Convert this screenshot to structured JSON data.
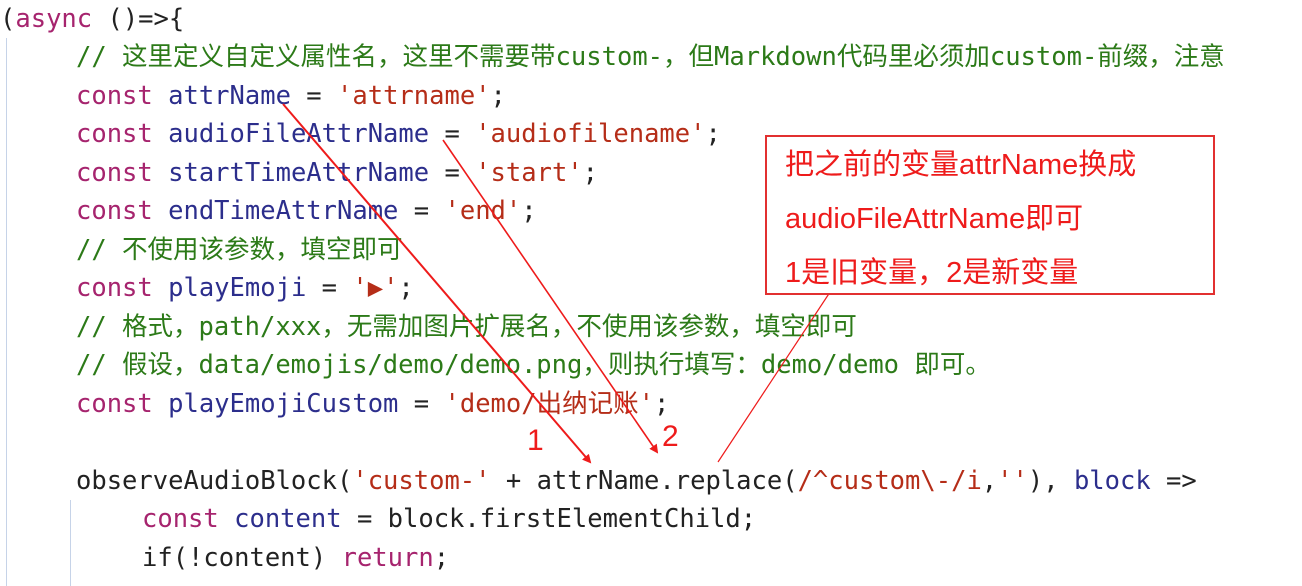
{
  "code": {
    "line1": {
      "open": "(",
      "async": "async",
      "arrow": " ()=>{"
    },
    "line2": {
      "comment": "// 这里定义自定义属性名，这里不需要带custom-，但Markdown代码里必须加custom-前缀，注意"
    },
    "line3": {
      "const": "const",
      "name": "attrName",
      "eq": " = ",
      "value": "'attrname'",
      "end": ";"
    },
    "line4": {
      "const": "const",
      "name": "audioFileAttrName",
      "eq": " = ",
      "value": "'audiofilename'",
      "end": ";"
    },
    "line5": {
      "const": "const",
      "name": "startTimeAttrName",
      "eq": " = ",
      "value": "'start'",
      "end": ";"
    },
    "line6": {
      "const": "const",
      "name": "endTimeAttrName",
      "eq": " = ",
      "value": "'end'",
      "end": ";"
    },
    "line7": {
      "comment": "// 不使用该参数，填空即可"
    },
    "line8": {
      "const": "const",
      "name": "playEmoji",
      "eq": " = ",
      "value": "'▶'",
      "end": ";"
    },
    "line9": {
      "comment": "// 格式，path/xxx，无需加图片扩展名，不使用该参数，填空即可"
    },
    "line10": {
      "comment": "// 假设，data/emojis/demo/demo.png，则执行填写：demo/demo 即可。"
    },
    "line11": {
      "const": "const",
      "name": "playEmojiCustom",
      "eq": " = ",
      "value": "'demo/出纳记账'",
      "end": ";"
    },
    "line12": {
      "fn": "observeAudioBlock(",
      "value1": "'custom-'",
      "mid": " + attrName.replace(",
      "regex": "/^custom\\-/i",
      "comma": ",",
      "value2": "''",
      "close": "), ",
      "param": "block",
      "arrow": " =>"
    },
    "line13": {
      "const": "const",
      "name": "content",
      "rest": " = block.firstElementChild;"
    },
    "line14": {
      "if": "if(!content) ",
      "ret": "return",
      "end": ";"
    }
  },
  "annotation": {
    "box_lines": [
      "把之前的变量attrName换成",
      "audioFileAttrName即可",
      "1是旧变量，2是新变量"
    ],
    "marker_1": "1",
    "marker_2": "2",
    "color": "#ee1b1b"
  },
  "colors": {
    "keyword": "#a6246e",
    "identifier": "#2c2e8c",
    "string": "#b52d18",
    "comment": "#2c7a18",
    "text": "#222222",
    "annotation": "#ee1b1b"
  }
}
